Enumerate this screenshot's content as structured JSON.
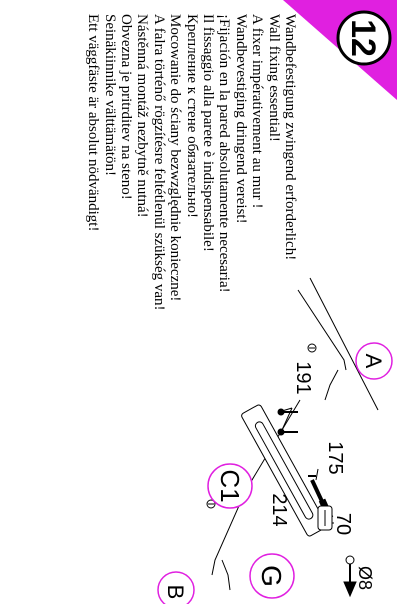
{
  "step": {
    "number": "12"
  },
  "warnings": [
    "Wandbefestigung zwingend erforderlich!",
    "Wall fixing essential!",
    "A fixer impérativement au mur !",
    "Wandbevestiging dringend vereist!",
    "¡Fijación en la pared absolutamente necesaria!",
    "Il fissaggio alla parete è indispensabile!",
    "Крепление к стене обязательно!",
    "Mocowanie do ściany bezwzględnie konieczne!",
    "A falra történő rögzítésre feltétlenül szükség van!",
    "Nástěnná montáž nezbytně nutná!",
    "Obvezna je pritrditev na steno!",
    "Seinäkiinnike välttämätön!",
    "Ett väggfäste är absolut nödvändigt!"
  ],
  "labels": {
    "a": "A",
    "b": "B",
    "c1": "C1",
    "g": "G",
    "p191": "191",
    "p175": "175",
    "p70": "70",
    "p214": "214",
    "drill": "Ø8"
  },
  "colors": {
    "accent": "#e020e0",
    "circle_border": "#e020e0"
  }
}
